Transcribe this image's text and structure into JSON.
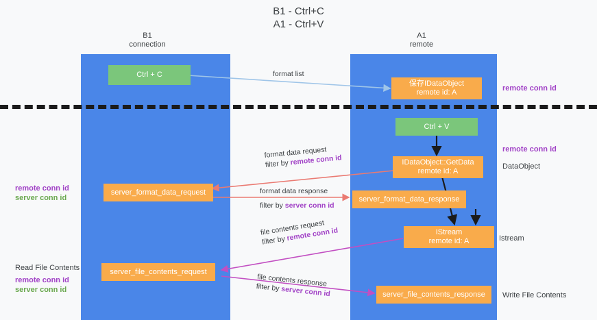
{
  "title": {
    "line1": "B1 - Ctrl+C",
    "line2": "A1 - Ctrl+V"
  },
  "lanes": [
    {
      "id": "b1",
      "title": "B1",
      "subtitle": "connection",
      "color": "#4a86e8"
    },
    {
      "id": "a1",
      "title": "A1",
      "subtitle": "remote",
      "color": "#4a86e8"
    }
  ],
  "nodes": [
    {
      "id": "ctrl-c",
      "label": "Ctrl + C",
      "sub": "",
      "color": "#7bc67b",
      "lane": "b1"
    },
    {
      "id": "save-idataobject",
      "label": "保存IDataObject",
      "sub": "remote id: A",
      "color": "#f9ab4b",
      "lane": "a1"
    },
    {
      "id": "ctrl-v",
      "label": "Ctrl + V",
      "sub": "",
      "color": "#7bc67b",
      "lane": "a1"
    },
    {
      "id": "idataobject-getdata",
      "label": "IDataObject::GetData",
      "sub": "remote id: A",
      "color": "#f9ab4b",
      "lane": "a1"
    },
    {
      "id": "server-format-data-request",
      "label": "server_format_data_request",
      "sub": "",
      "color": "#f9ab4b",
      "lane": "b1"
    },
    {
      "id": "server-format-data-response",
      "label": "server_format_data_response",
      "sub": "",
      "color": "#f9ab4b",
      "lane": "a1"
    },
    {
      "id": "istream",
      "label": "IStream",
      "sub": "remote id: A",
      "color": "#f9ab4b",
      "lane": "a1"
    },
    {
      "id": "server-file-contents-request",
      "label": "server_file_contents_request",
      "sub": "",
      "color": "#f9ab4b",
      "lane": "b1"
    },
    {
      "id": "server-file-contents-response",
      "label": "server_file_contents_response",
      "sub": "",
      "color": "#f9ab4b",
      "lane": "a1"
    }
  ],
  "edge_labels": {
    "format_list": "format list",
    "format_data_request": "format data request",
    "format_data_request_filter_prefix": "filter by ",
    "format_data_request_filter_key": "remote conn id",
    "format_data_response": "format data response",
    "format_data_response_filter_prefix": "filter by ",
    "format_data_response_filter_key": "server conn id",
    "file_contents_request": "file contents request",
    "file_contents_request_filter_prefix": "filter by ",
    "file_contents_request_filter_key": "remote conn id",
    "file_contents_response": "file contents response",
    "file_contents_response_filter_prefix": "filter by ",
    "file_contents_response_filter_key": "server conn id"
  },
  "annotations": {
    "right_remote_conn_id_top": "remote conn id",
    "right_remote_conn_id_mid": "remote conn id",
    "right_dataobject": "DataObject",
    "right_istream": "Istream",
    "right_write_file_contents": "Write File Contents",
    "left_remote_conn_id_mid": "remote conn id",
    "left_server_conn_id_mid": "server conn id",
    "left_read_file_contents": "Read File Contents",
    "left_remote_conn_id_bottom": "remote conn id",
    "left_server_conn_id_bottom": "server conn id"
  },
  "colors": {
    "lane": "#4a86e8",
    "orange": "#f9ab4b",
    "green": "#7bc67b",
    "purple_text": "#a142c6",
    "green_text": "#6aa84f",
    "format_list_arrow": "#9fc5e8",
    "format_data_arrow": "#ea7a72",
    "file_contents_arrow": "#c24fc2",
    "black_arrow": "#1b1b1b",
    "divider": "#1b1b1b",
    "background": "#f8f9fa"
  }
}
